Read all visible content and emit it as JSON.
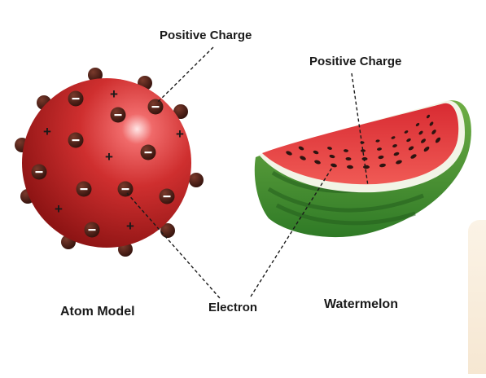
{
  "labels": {
    "positive_charge_atom": "Positive Charge",
    "positive_charge_melon": "Positive Charge",
    "atom_model": "Atom Model",
    "electron": "Electron",
    "watermelon": "Watermelon"
  },
  "atom": {
    "electron_symbol": "−",
    "proton_symbol": "+",
    "colors": {
      "sphere": "#c62828",
      "electron": "#4a2018",
      "electron_mark": "#ffffff",
      "plus": "#1a1a1a"
    }
  },
  "watermelon": {
    "colors": {
      "flesh": "#e8484a",
      "rind_inner": "#f3f6e8",
      "rind_outer": "#3c8d2b",
      "seed": "#2d1410"
    }
  },
  "annotation_style": {
    "line_color": "#1a1a1a",
    "dashed": true
  }
}
